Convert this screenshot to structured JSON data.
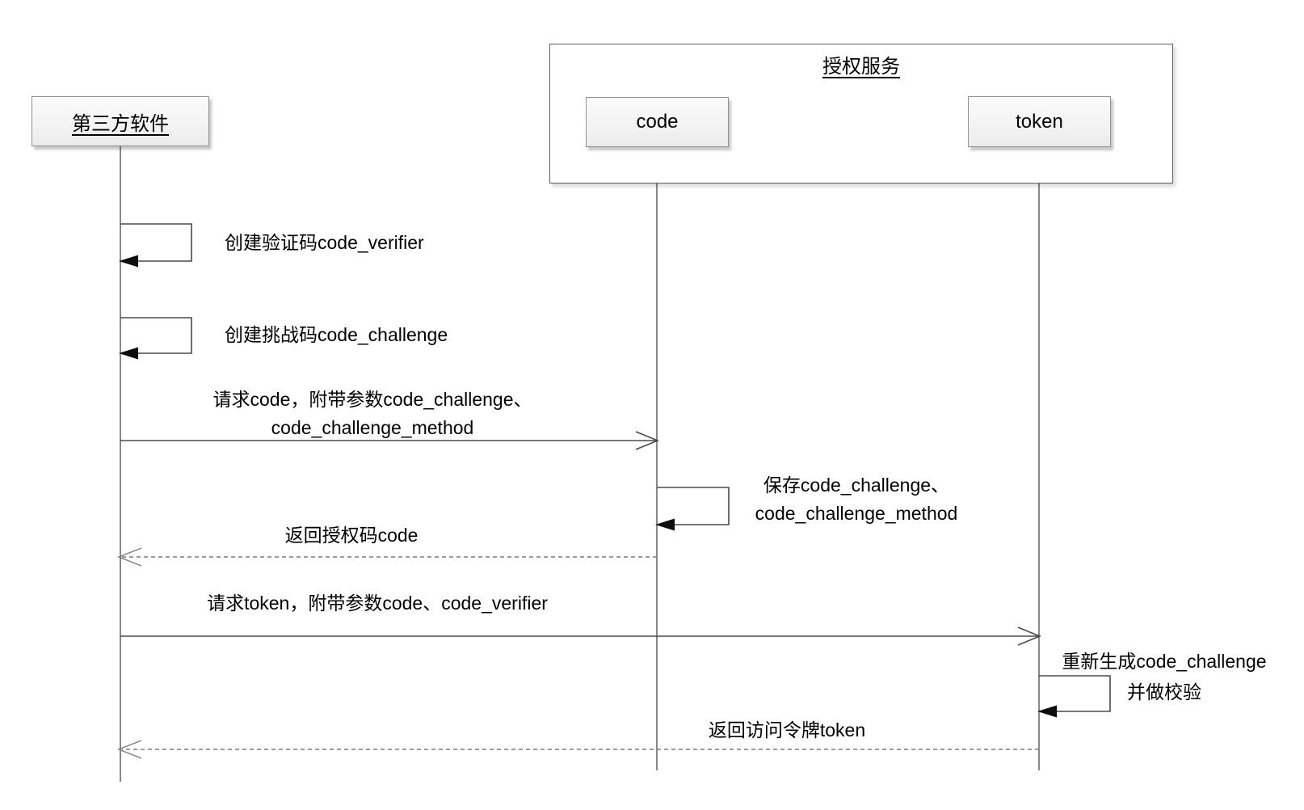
{
  "diagram": {
    "kind": "sequence-diagram",
    "actor": {
      "label": "第三方软件"
    },
    "service": {
      "title": "授权服务",
      "endpoints": [
        {
          "label": "code"
        },
        {
          "label": "token"
        }
      ]
    },
    "messages": [
      {
        "kind": "self-message",
        "label": "创建验证码code_verifier"
      },
      {
        "kind": "self-message",
        "label": "创建挑战码code_challenge"
      },
      {
        "kind": "solid-arrow",
        "lines": [
          "请求code，附带参数code_challenge、",
          "code_challenge_method"
        ]
      },
      {
        "kind": "self-message",
        "lines": [
          "保存code_challenge、",
          "code_challenge_method"
        ]
      },
      {
        "kind": "dashed-return",
        "label": "返回授权码code"
      },
      {
        "kind": "solid-arrow",
        "label": "请求token，附带参数code、code_verifier"
      },
      {
        "kind": "self-message",
        "lines": [
          "重新生成code_challenge",
          "并做校验"
        ]
      },
      {
        "kind": "dashed-return",
        "label": "返回访问令牌token"
      }
    ],
    "colors": {
      "solid_line": "#4a4a4a",
      "dashed_line": "#7a7a7a",
      "lifeline": "#6b6b6b",
      "box_border": "#919191",
      "arrowhead_fill": "#0d0d0d",
      "text": "#000000",
      "background": "#ffffff"
    }
  }
}
